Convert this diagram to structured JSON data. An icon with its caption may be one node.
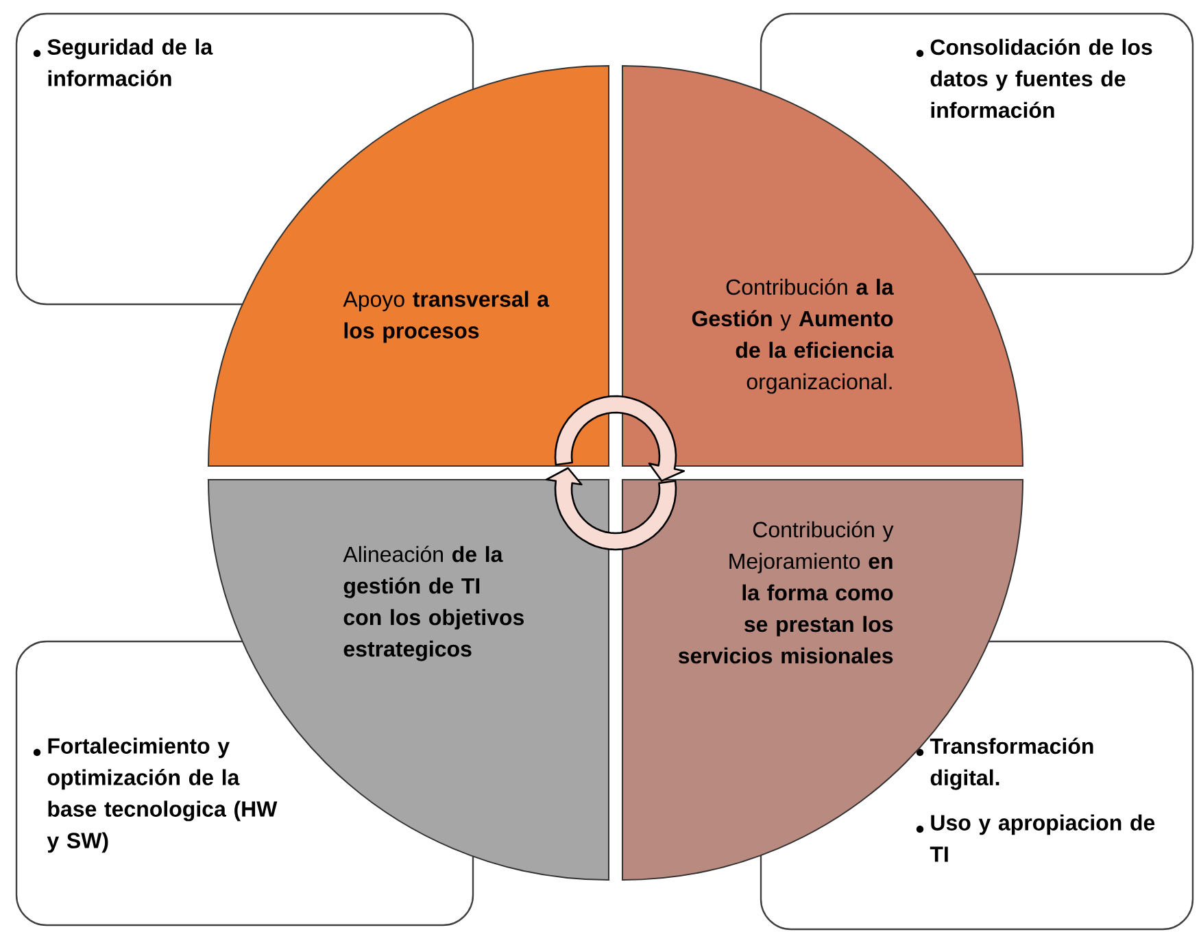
{
  "diagram": {
    "nodes": [
      {
        "text": [
          "Seguridad de la información"
        ]
      },
      {
        "text": [
          "Consolidación de los datos y fuentes de información"
        ]
      },
      {
        "text": [
          "Apoyo **transversal a los procesos**"
        ]
      },
      {
        "text": [
          "Contribución **a la Gestión** y **Aumento de la eficiencia** organizacional."
        ]
      },
      {
        "text": [
          "Alineación **de la gestión de TI con los objetivos estrategicos**"
        ]
      },
      {
        "text": [
          "Contribución y Mejoramiento **en la forma como se prestan los servicios misionales**"
        ]
      },
      {
        "text": [
          "Fortalecimiento y optimización de la base tecnologica (HW y SW)"
        ]
      },
      {
        "text": [
          "Transformación digital.",
          "Uso y apropiacion de TI"
        ]
      }
    ],
    "edges": [
      {
        "from": 2,
        "to": 3,
        "arrow": "to"
      },
      {
        "from": 5,
        "to": 4,
        "arrow": "to"
      }
    ]
  }
}
